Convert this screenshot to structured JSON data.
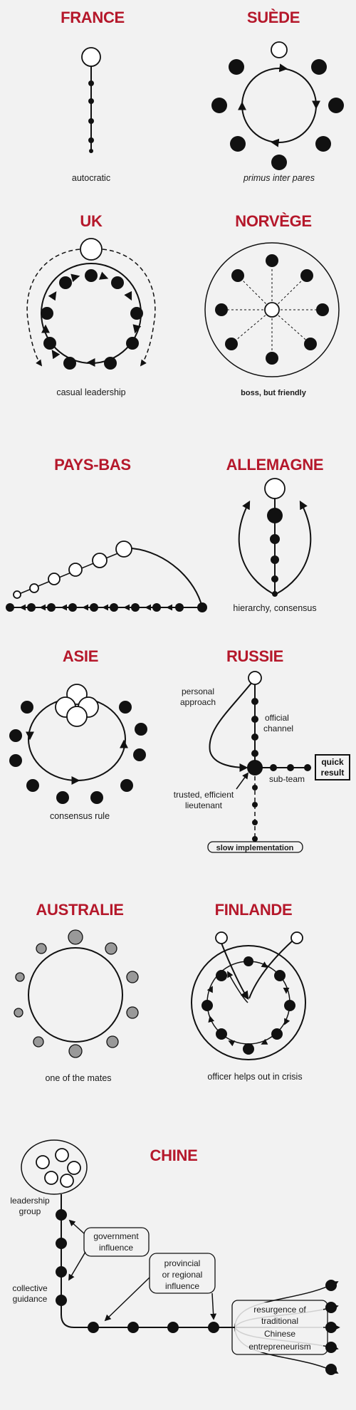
{
  "panels": {
    "france": {
      "title": "FRANCE",
      "caption": "autocratic"
    },
    "suede": {
      "title": "SUÈDE",
      "caption": "primus inter pares"
    },
    "uk": {
      "title": "UK",
      "caption": "casual leadership"
    },
    "norvege": {
      "title": "NORVÈGE",
      "caption": "boss, but friendly"
    },
    "paysbas": {
      "title": "PAYS-BAS",
      "caption": ""
    },
    "allemagne": {
      "title": "ALLEMAGNE",
      "caption": "hierarchy, consensus"
    },
    "asie": {
      "title": "ASIE",
      "caption": "consensus rule"
    },
    "russie": {
      "title": "RUSSIE",
      "caption": "",
      "labels": {
        "personal_1": "personal",
        "personal_2": "approach",
        "official_1": "official",
        "official_2": "channel",
        "quick_1": "quick",
        "quick_2": "result",
        "subteam": "sub-team",
        "trusted_1": "trusted, efficient",
        "trusted_2": "lieutenant",
        "slow": "slow implementation"
      }
    },
    "australie": {
      "title": "AUSTRALIE",
      "caption": "one of the mates"
    },
    "finlande": {
      "title": "FINLANDE",
      "caption": "officer helps out in crisis"
    },
    "chine": {
      "title": "CHINE",
      "labels": {
        "leadership_1": "leadership",
        "leadership_2": "group",
        "gov_1": "government",
        "gov_2": "influence",
        "prov_1": "provincial",
        "prov_2": "or regional",
        "prov_3": "influence",
        "collective_1": "collective",
        "collective_2": "guidance",
        "resurgence_1": "resurgence of",
        "resurgence_2": "traditional",
        "resurgence_3": "Chinese",
        "resurgence_4": "entrepreneurism"
      }
    }
  }
}
